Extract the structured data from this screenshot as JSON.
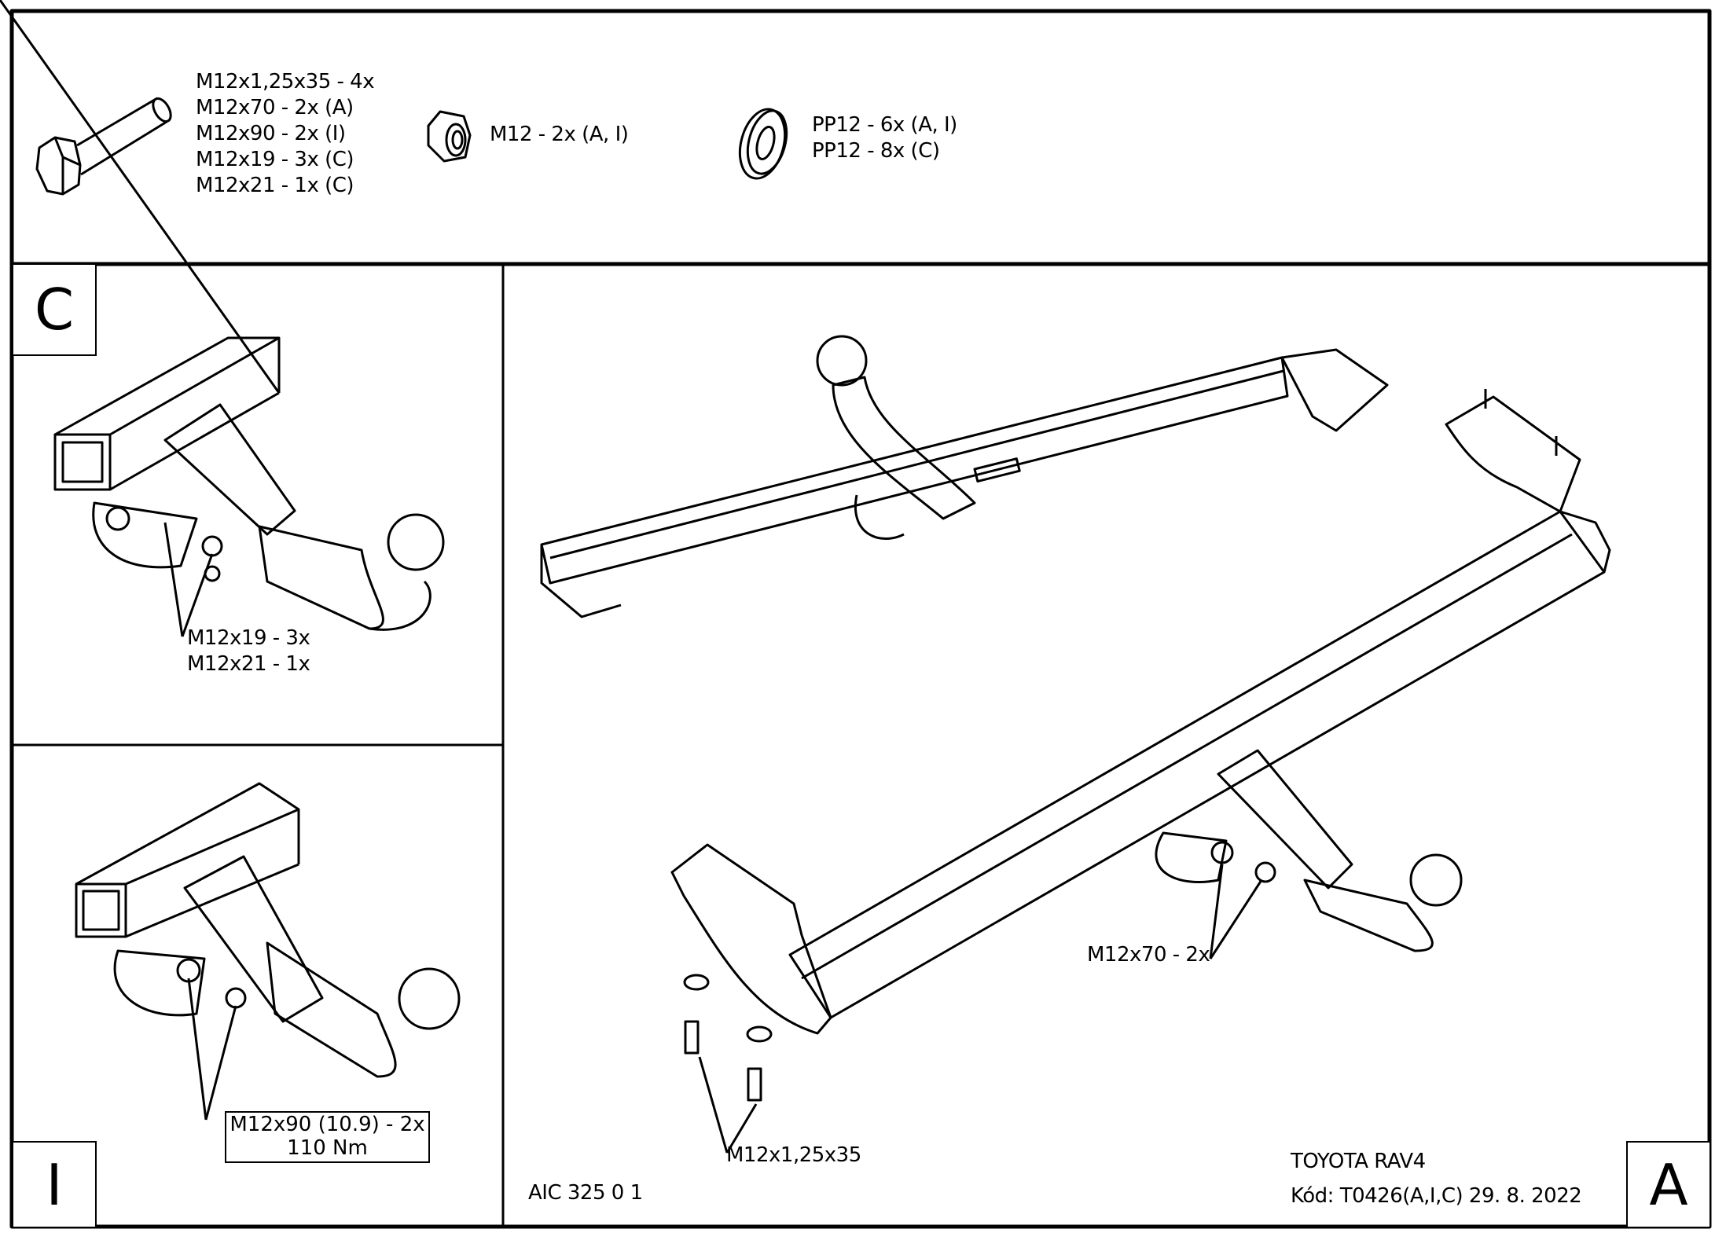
{
  "parts": {
    "bolts": [
      "M12x1,25x35 - 4x",
      "M12x70 - 2x (A)",
      "M12x90 - 2x (I)",
      "M12x19 - 3x (C)",
      "M12x21 - 1x (C)"
    ],
    "nuts": "M12 - 2x (A, I)",
    "washers": [
      "PP12 - 6x (A, I)",
      "PP12 - 8x (C)"
    ]
  },
  "panel_c": {
    "letter": "C",
    "labels": [
      "M12x19 - 3x",
      "M12x21 - 1x"
    ]
  },
  "panel_i": {
    "letter": "I",
    "spec": "M12x90 (10.9) - 2x",
    "torque": "110 Nm"
  },
  "panel_a": {
    "letter": "A",
    "bolt_label": "M12x70 - 2x",
    "screw_label": "M12x1,25x35",
    "drawing_no": "AIC 325 0 1",
    "vehicle": "TOYOTA RAV4",
    "code": "Kód: T0426(A,I,C)  29. 8. 2022"
  }
}
